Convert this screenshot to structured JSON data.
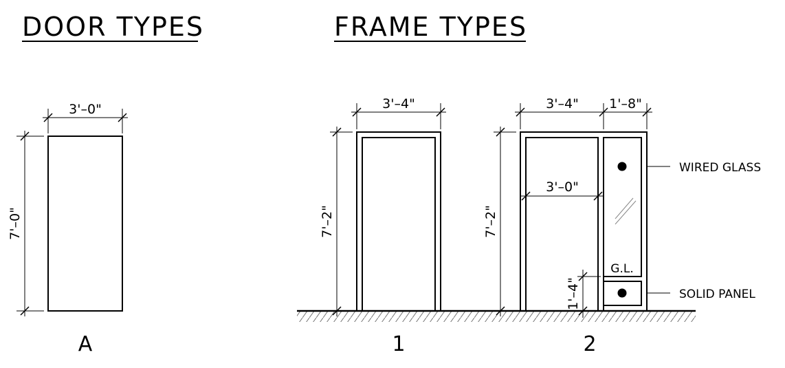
{
  "headings": {
    "door_types": "DOOR TYPES",
    "frame_types": "FRAME TYPES"
  },
  "door_a": {
    "tag": "A",
    "width_dim": "3'–0\"",
    "height_dim": "7'–0\""
  },
  "frame_1": {
    "tag": "1",
    "width_dim": "3'–4\"",
    "height_dim": "7'–2\""
  },
  "frame_2": {
    "tag": "2",
    "width_dim": "3'–4\"",
    "sidelight_width_dim": "1'–8\"",
    "opening_width_dim": "3'–0\"",
    "height_dim": "7'–2\"",
    "panel_height_dim": "1'–4\"",
    "glass_label": "G.L.",
    "wired_glass_callout": "WIRED GLASS",
    "solid_panel_callout": "SOLID PANEL"
  }
}
